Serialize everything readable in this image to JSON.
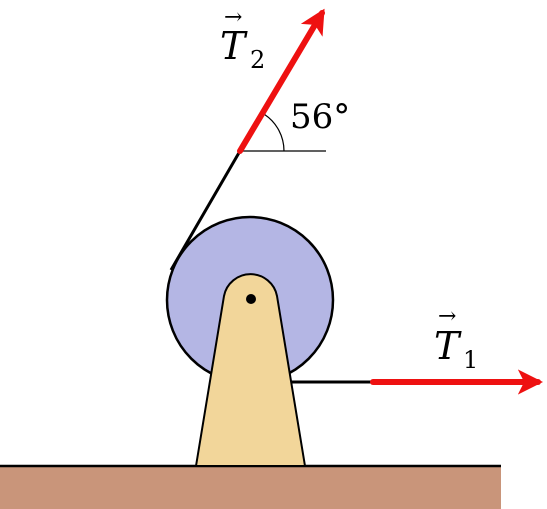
{
  "labels": {
    "t2_symbol": "T",
    "t2_subscript": "2",
    "t1_symbol": "T",
    "t1_subscript": "1",
    "angle": "56°"
  },
  "colors": {
    "ground": "#c9957a",
    "pulley": "#b4b6e4",
    "support": "#f2d69a",
    "arrow": "#ee1111",
    "line": "#000000"
  }
}
